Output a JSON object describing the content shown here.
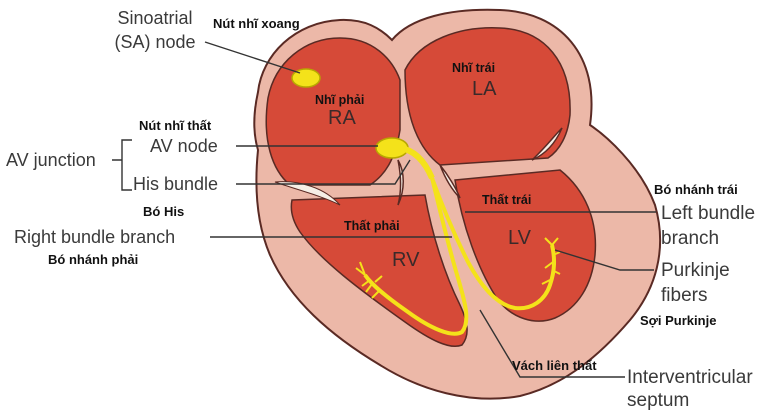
{
  "colors": {
    "wall": "#ecb8a8",
    "chamber": "#d64a38",
    "chamber_dark": "#c23c2c",
    "outline": "#5a2a24",
    "conduction": "#f4e21a",
    "conduction_edge": "#b8a800",
    "valve": "#f6efe6"
  },
  "labels": {
    "sa_node": [
      "Sinoatrial",
      "(SA) node"
    ],
    "sa_node_vi": "Nút nhĩ xoang",
    "av_junction": "AV junction",
    "av_junction_vi": "Nút nhĩ thất",
    "av_node": "AV node",
    "his_bundle": "His bundle",
    "his_bundle_vi": "Bó His",
    "right_bundle": "Right bundle branch",
    "right_bundle_vi": "Bó nhánh phải",
    "left_bundle_vi": "Bó nhánh trái",
    "left_bundle": [
      "Left bundle",
      "branch"
    ],
    "purkinje": [
      "Purkinje",
      "fibers"
    ],
    "purkinje_vi": "Sợi Purkinje",
    "septum_vi": "Vách liên thất",
    "septum": [
      "Interventricular",
      "septum"
    ]
  },
  "chambers": {
    "ra": "RA",
    "ra_vi": "Nhĩ phải",
    "la": "LA",
    "la_vi": "Nhĩ trái",
    "rv": "RV",
    "rv_vi": "Thất phải",
    "lv": "LV",
    "lv_vi": "Thất trái"
  }
}
